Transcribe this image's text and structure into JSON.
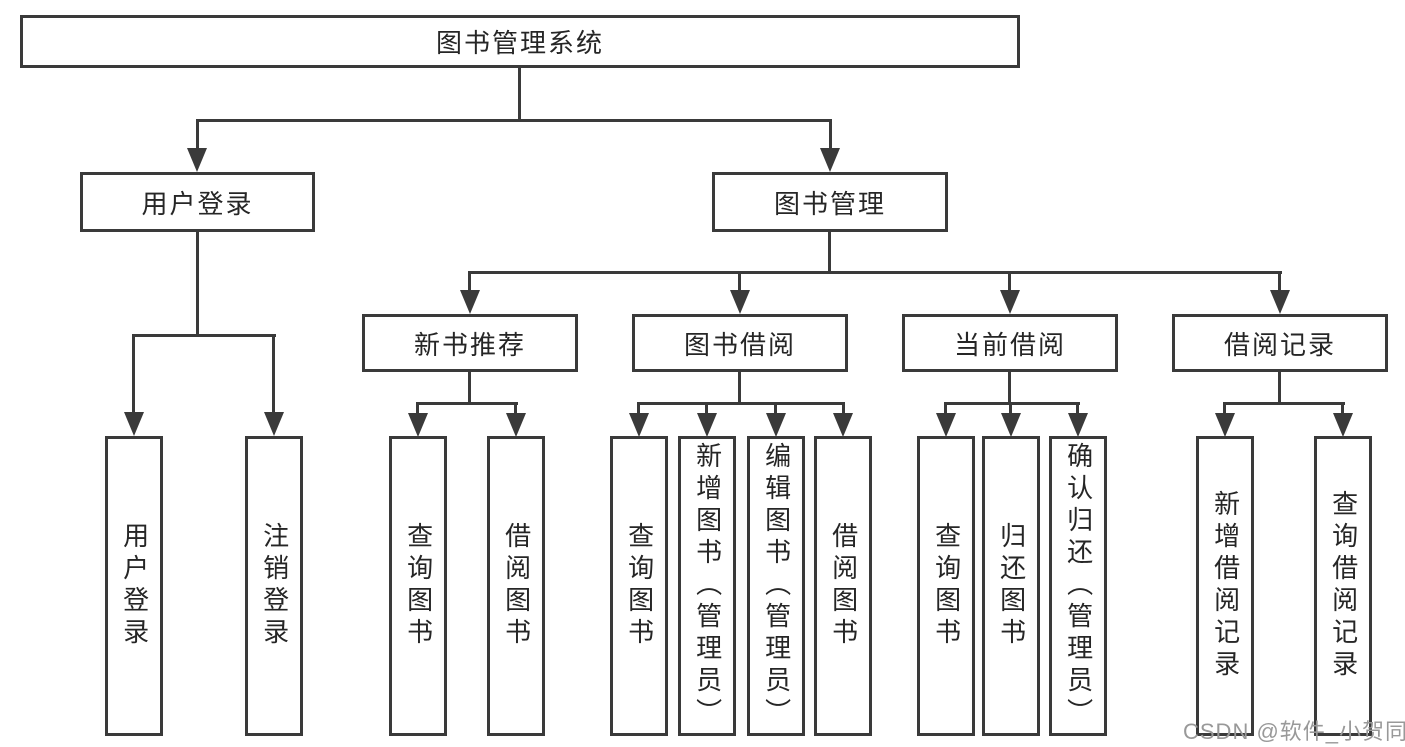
{
  "tree": {
    "root": "图书管理系统",
    "children": [
      {
        "label": "用户登录",
        "children": [
          "用户登录",
          "注销登录"
        ]
      },
      {
        "label": "图书管理",
        "children": [
          {
            "label": "新书推荐",
            "children": [
              "查询图书",
              "借阅图书"
            ]
          },
          {
            "label": "图书借阅",
            "children": [
              "查询图书",
              "新增图书（管理员）",
              "编辑图书（管理员）",
              "借阅图书"
            ]
          },
          {
            "label": "当前借阅",
            "children": [
              "查询图书",
              "归还图书",
              "确认归还（管理员）"
            ]
          },
          {
            "label": "借阅记录",
            "children": [
              "新增借阅记录",
              "查询借阅记录"
            ]
          }
        ]
      }
    ]
  },
  "watermark": "CSDN @软件_小贺同学",
  "colors": {
    "line": "#3a3a3a",
    "text": "#262626",
    "box_bg": "#ffffff",
    "watermark": "#999999"
  }
}
